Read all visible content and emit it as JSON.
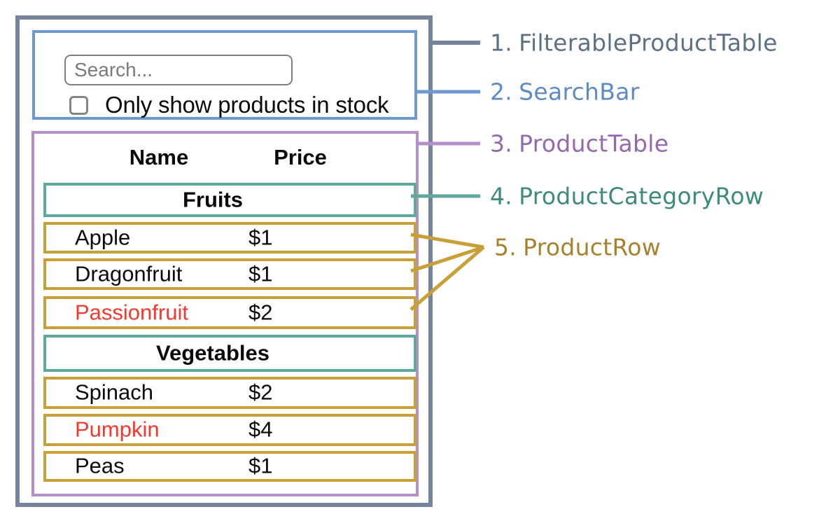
{
  "diagram": {
    "app": {
      "search_placeholder": "Search...",
      "stock_filter_label": "Only show products in stock",
      "checkbox_checked": false,
      "table": {
        "name_header": "Name",
        "price_header": "Price",
        "sections": [
          {
            "category": "Fruits",
            "rows": [
              {
                "name": "Apple",
                "price": "$1",
                "highlighted": false
              },
              {
                "name": "Dragonfruit",
                "price": "$1",
                "highlighted": false
              },
              {
                "name": "Passionfruit",
                "price": "$2",
                "highlighted": true
              }
            ]
          },
          {
            "category": "Vegetables",
            "rows": [
              {
                "name": "Spinach",
                "price": "$2",
                "highlighted": false
              },
              {
                "name": "Pumpkin",
                "price": "$4",
                "highlighted": true
              },
              {
                "name": "Peas",
                "price": "$1",
                "highlighted": false
              }
            ]
          }
        ]
      }
    },
    "legend": [
      {
        "number": "1.",
        "label": "FilterableProductTable",
        "text_color": "#5d7086",
        "line_color": "#76839c"
      },
      {
        "number": "2.",
        "label": "SearchBar",
        "text_color": "#5e8bc4",
        "line_color": "#7099cf"
      },
      {
        "number": "3.",
        "label": "ProductTable",
        "text_color": "#9468ae",
        "line_color": "#b58fc9"
      },
      {
        "number": "4.",
        "label": "ProductCategoryRow",
        "text_color": "#3f8b7a",
        "line_color": "#5fa99c"
      },
      {
        "number": "5.",
        "label": "ProductRow",
        "text_color": "#a7822e",
        "line_color": "#c99f37"
      }
    ],
    "colors": {
      "highlight_text": "#f6392d",
      "text": "#0a0a0a",
      "input_border": "#7f7f7f"
    }
  }
}
